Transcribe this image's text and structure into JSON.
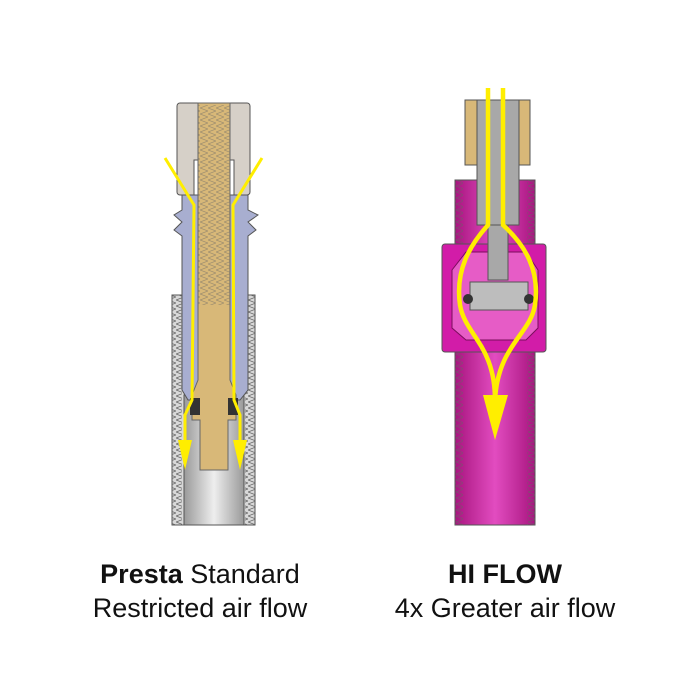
{
  "left": {
    "title_bold": "Presta",
    "title_rest": " Standard",
    "subtitle": "Restricted air flow"
  },
  "right": {
    "title_bold": "HI FLOW",
    "subtitle": "4x Greater air flow"
  },
  "colors": {
    "flow_arrow": "#ffee00",
    "brass": "#d8b878",
    "hiflow_body": "#d21ca8",
    "presta_body": "#a8aed0",
    "steel": "#c8c8c8"
  }
}
